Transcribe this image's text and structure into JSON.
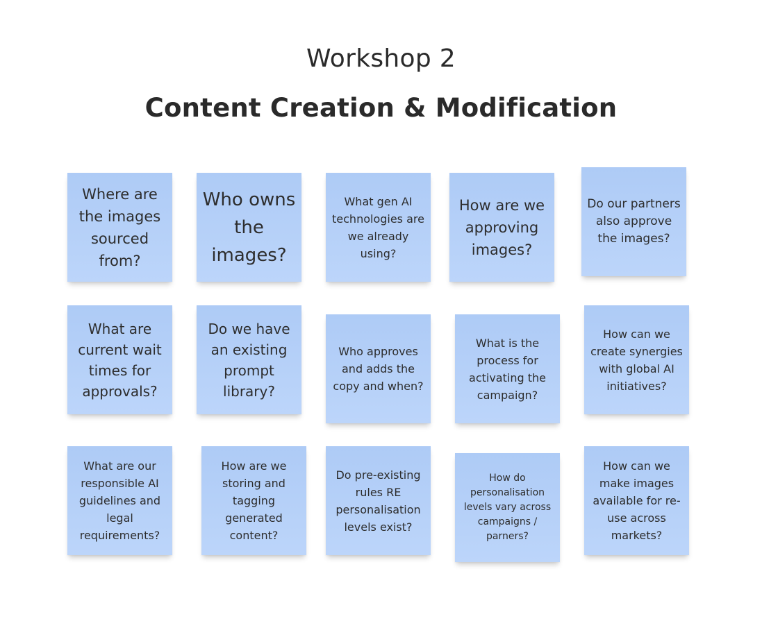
{
  "header": {
    "workshop": "Workshop 2",
    "title": "Content Creation & Modification"
  },
  "notes": [
    "Where are the images sourced from?",
    "Who owns the images?",
    "What gen AI technologies are we already using?",
    "How are we approving images?",
    "Do our partners also approve the images?",
    "What are current wait times for approvals?",
    "Do we have an existing prompt library?",
    "Who approves and adds the copy and when?",
    "What is the process for activating the campaign?",
    "How can we create synergies with global AI initiatives?",
    "What are our responsible AI guidelines and legal requirements?",
    "How are we storing and tagging generated content?",
    "Do pre-existing rules RE personalisation levels exist?",
    "How do personalisation levels vary across campaigns / parners?",
    "How can we make images available for re-use across markets?"
  ],
  "colors": {
    "note_top": "#aecbf6",
    "note_bottom": "#bcd5fa",
    "text": "#2a2a2a",
    "background": "#ffffff"
  }
}
